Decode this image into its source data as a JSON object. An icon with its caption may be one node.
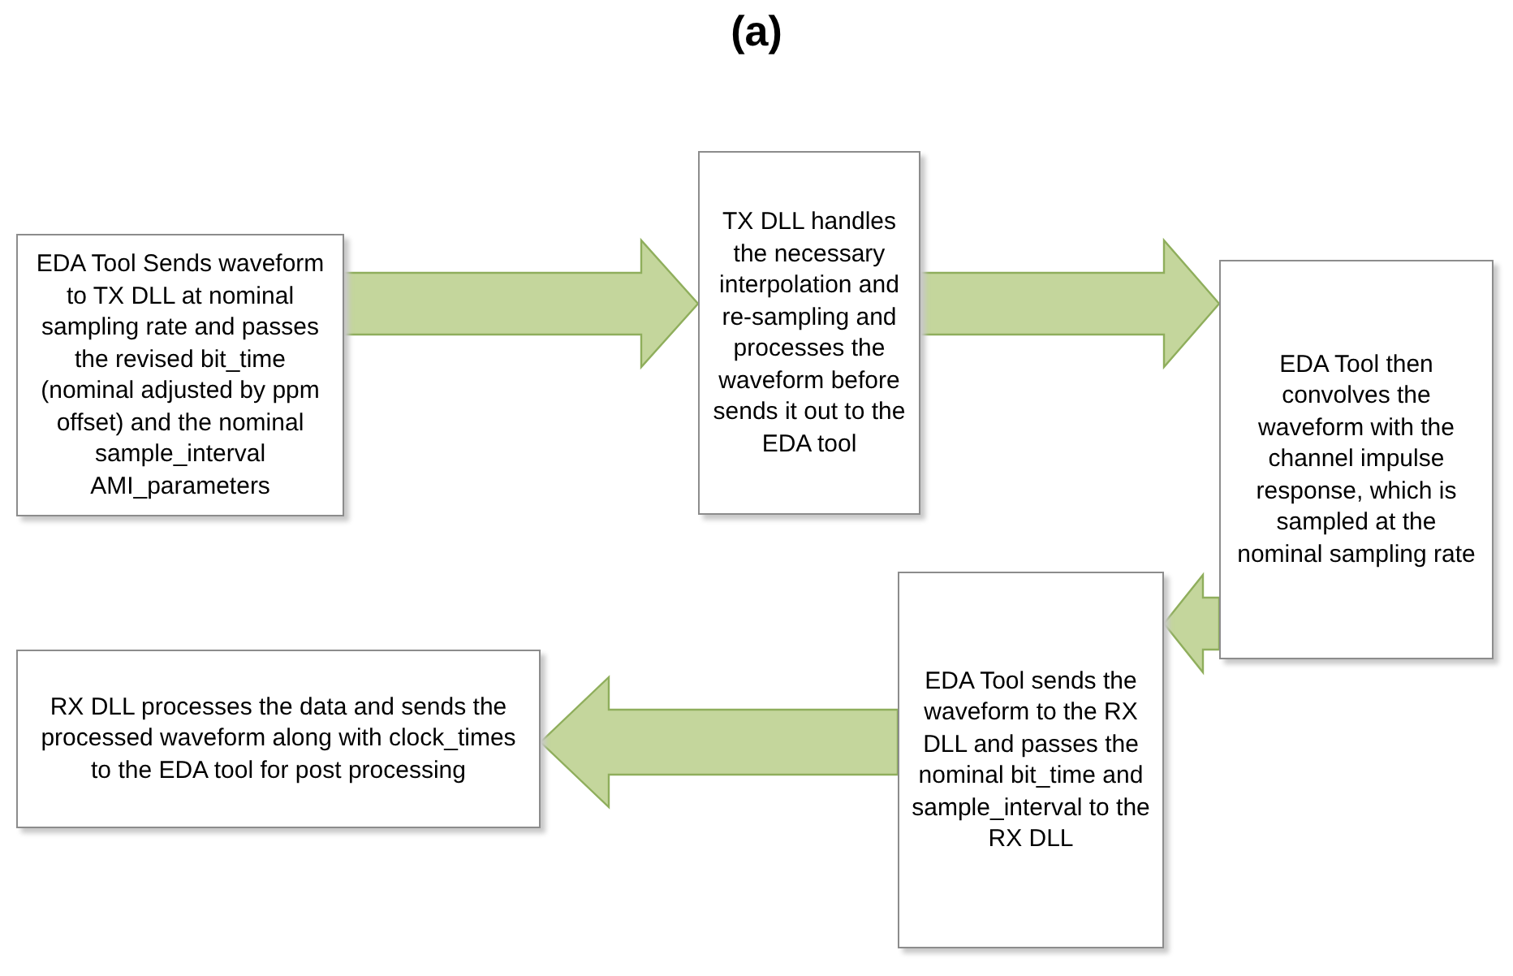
{
  "diagram": {
    "title": "(a)",
    "nodes": [
      {
        "text": [
          "EDA Tool Sends waveform to TX DLL at nominal sampling rate and passes the revised bit_time (nominal adjusted by ppm offset) and the nominal sample_interval AMI_parameters"
        ]
      },
      {
        "text": [
          "TX DLL handles the necessary interpolation and re-sampling and processes the waveform before sends it out to the EDA tool"
        ]
      },
      {
        "text": [
          "EDA Tool then convolves the waveform with the channel impulse response, which is sampled at the nominal sampling rate"
        ]
      },
      {
        "text": [
          "EDA Tool sends the waveform to the RX DLL and passes the nominal bit_time and sample_interval to the RX DLL"
        ]
      },
      {
        "text": [
          "RX DLL processes the data and sends the processed waveform along with clock_times to the EDA tool for post processing"
        ]
      }
    ],
    "edges": [
      {
        "from": 0,
        "to": 1,
        "arrow": "to"
      },
      {
        "from": 1,
        "to": 2,
        "arrow": "to"
      },
      {
        "from": 2,
        "to": 3,
        "arrow": "to"
      },
      {
        "from": 3,
        "to": 4,
        "arrow": "to"
      }
    ]
  }
}
